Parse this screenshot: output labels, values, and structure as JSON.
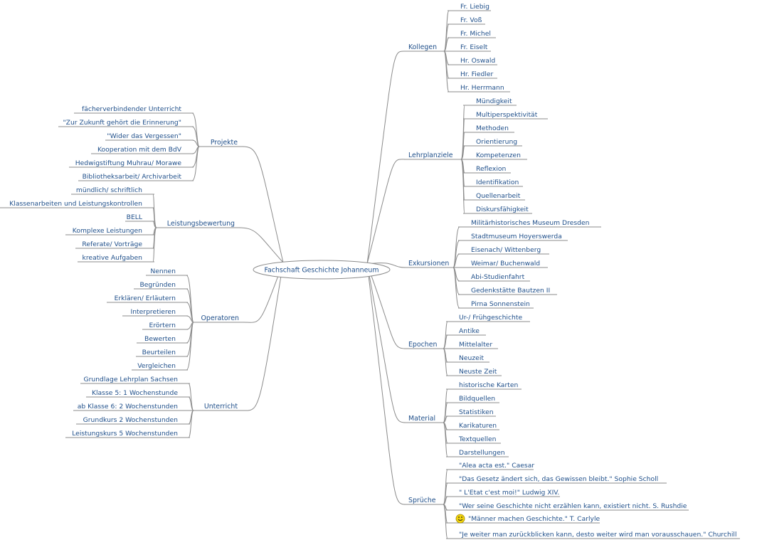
{
  "root": "Fachschaft Geschichte Johanneum",
  "right_branches": [
    {
      "label": "Kollegen",
      "children": [
        "Fr. Liebig",
        "Fr. Voß",
        "Fr. Michel",
        "Fr. Eiselt",
        "Hr. Oswald",
        "Hr. Fiedler",
        "Hr. Herrmann"
      ]
    },
    {
      "label": "Lehrplanziele",
      "children": [
        "Mündigkeit",
        "Multiperspektivität",
        "Methoden",
        "Orientierung",
        "Kompetenzen",
        "Reflexion",
        "Identifikation",
        "Quellenarbeit",
        "Diskursfähigkeit"
      ]
    },
    {
      "label": "Exkursionen",
      "children": [
        "Militärhistorisches Museum Dresden",
        "Stadtmuseum Hoyerswerda",
        "Eisenach/ Wittenberg",
        "Weimar/ Buchenwald",
        "Abi-Studienfahrt",
        "Gedenkstätte Bautzen II",
        "Pirna Sonnenstein"
      ]
    },
    {
      "label": "Epochen",
      "children": [
        "Ur-/ Frühgeschichte",
        "Antike",
        "Mittelalter",
        "Neuzeit",
        "Neuste Zeit"
      ]
    },
    {
      "label": "Material",
      "children": [
        "historische Karten",
        "Bildquellen",
        "Statistiken",
        "Karikaturen",
        "Textquellen",
        "Darstellungen"
      ]
    },
    {
      "label": "Sprüche",
      "children": [
        "\"Alea acta est.\" Caesar",
        "\"Das Gesetz ändert sich, das Gewissen bleibt.\" Sophie Scholl",
        "\" L'Etat c'est moi!\" Ludwig XIV.",
        "\"Wer seine Geschichte nicht erzählen kann, existiert nicht. S. Rushdie",
        "\"Männer machen Geschichte.\" T. Carlyle",
        "\"Je weiter man zurückblicken kann, desto weiter wird man vorausschauen.\" Churchill"
      ]
    }
  ],
  "left_branches": [
    {
      "label": "Projekte",
      "children": [
        "fächerverbindender Unterricht",
        "\"Zur Zukunft gehört die Erinnerung\"",
        "\"Wider das Vergessen\"",
        "Kooperation mit dem BdV",
        "Hedwigstiftung Muhrau/ Morawe",
        "Bibliotheksarbeit/ Archivarbeit"
      ]
    },
    {
      "label": "Leistungsbewertung",
      "children": [
        "mündlich/ schriftlich",
        "Klassenarbeiten und Leistungskontrollen",
        "BELL",
        "Komplexe Leistungen",
        "Referate/ Vorträge",
        "kreative Aufgaben"
      ]
    },
    {
      "label": "Operatoren",
      "children": [
        "Nennen",
        "Begründen",
        "Erklären/ Erläutern",
        "Interpretieren",
        "Erörtern",
        "Bewerten",
        "Beurteilen",
        "Vergleichen"
      ]
    },
    {
      "label": "Unterricht",
      "children": [
        "Grundlage Lehrplan Sachsen",
        "Klasse 5: 1 Wochenstunde",
        "ab Klasse 6: 2 Wochenstunden",
        "Grundkurs 2 Wochenstunden",
        "Leistungskurs 5 Wochenstunden"
      ]
    }
  ],
  "smiley_icon": "smiley-face-icon",
  "colors": {
    "text": "#1f4f8a",
    "line": "#8b8b8b",
    "smiley": "#f2d40c"
  }
}
